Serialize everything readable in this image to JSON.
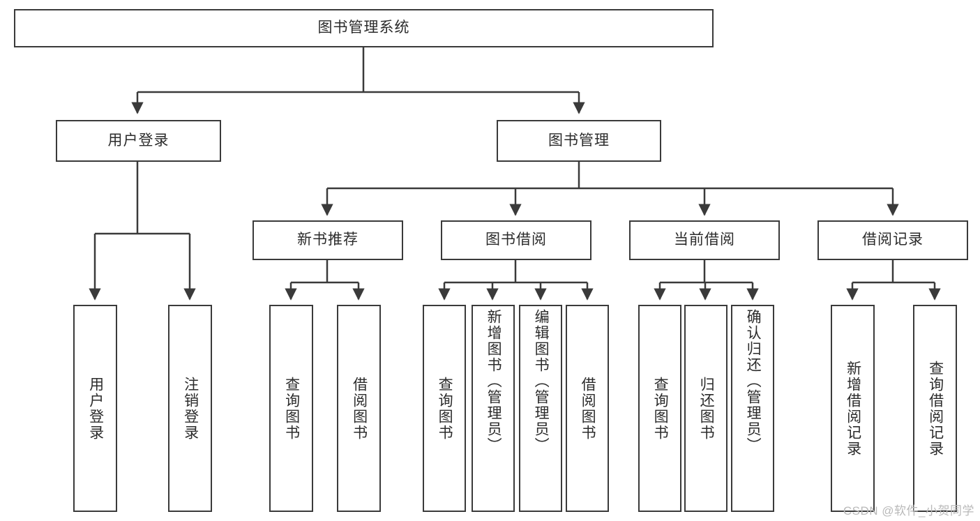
{
  "diagram": {
    "title": "图书管理系统",
    "type": "hierarchy-tree",
    "root": {
      "label": "图书管理系统"
    },
    "level1": [
      {
        "label": "用户登录"
      },
      {
        "label": "图书管理"
      }
    ],
    "level2": [
      {
        "label": "新书推荐"
      },
      {
        "label": "图书借阅"
      },
      {
        "label": "当前借阅"
      },
      {
        "label": "借阅记录"
      }
    ],
    "leaves": {
      "user_login": [
        {
          "label": "用户登录"
        },
        {
          "label": "注销登录"
        }
      ],
      "new_book_recommend": [
        {
          "label": "查询图书"
        },
        {
          "label": "借阅图书"
        }
      ],
      "book_borrow": [
        {
          "label": "查询图书"
        },
        {
          "label": "新增图书（管理员）"
        },
        {
          "label": "编辑图书（管理员）"
        },
        {
          "label": "借阅图书"
        }
      ],
      "current_borrow": [
        {
          "label": "查询图书"
        },
        {
          "label": "归还图书"
        },
        {
          "label": "确认归还（管理员）"
        }
      ],
      "borrow_record": [
        {
          "label": "新增借阅记录"
        },
        {
          "label": "查询借阅记录"
        }
      ]
    }
  },
  "watermark": {
    "text": "CSDN @软件_小贺同学"
  },
  "colors": {
    "stroke": "#3a3a3a",
    "box_fill": "#ffffff",
    "text": "#2b2b2b",
    "watermark": "#b9b9b9"
  }
}
